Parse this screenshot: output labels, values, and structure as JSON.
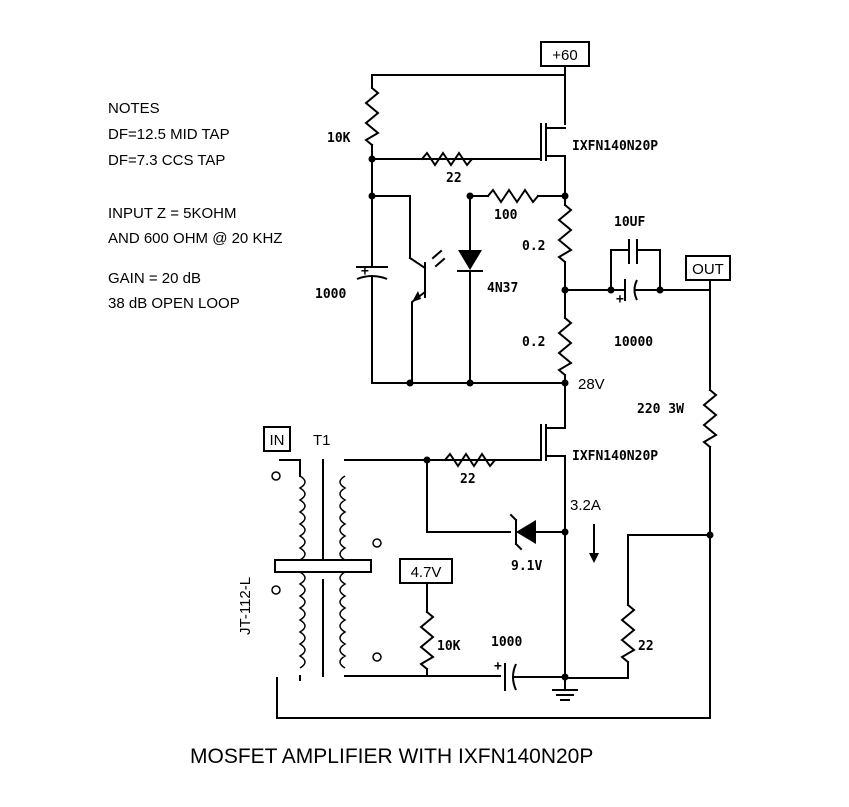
{
  "title": "MOSFET AMPLIFIER WITH IXFN140N20P",
  "notes": [
    "NOTES",
    "DF=12.5 MID TAP",
    "DF=7.3 CCS TAP",
    "INPUT Z = 5KOHM",
    "AND 600 OHM @ 20 KHZ",
    "GAIN = 20 dB",
    "38 dB OPEN LOOP"
  ],
  "terminals": {
    "supply": "+60",
    "out": "OUT",
    "in": "IN",
    "bias": "4.7V"
  },
  "components": {
    "r_10k_top": "10K",
    "mosfet_top": "IXFN140N20P",
    "r_22_gate_top": "22",
    "r_100": "100",
    "r_02_upper": "0.2",
    "cap_10uf": "10UF",
    "cap_1000_left": "1000",
    "opto": "4N37",
    "r_02_lower": "0.2",
    "cap_10000": "10000",
    "r_220_3w": "220 3W",
    "node_28v": "28V",
    "transformer": "T1",
    "transformer_part": "JT-112-L",
    "mosfet_bottom": "IXFN140N20P",
    "r_22_gate_bottom": "22",
    "current": "3.2A",
    "zener": "9.1V",
    "r_10k_bias": "10K",
    "cap_1000_bottom": "1000",
    "r_22_feedback": "22",
    "plus": "+"
  }
}
